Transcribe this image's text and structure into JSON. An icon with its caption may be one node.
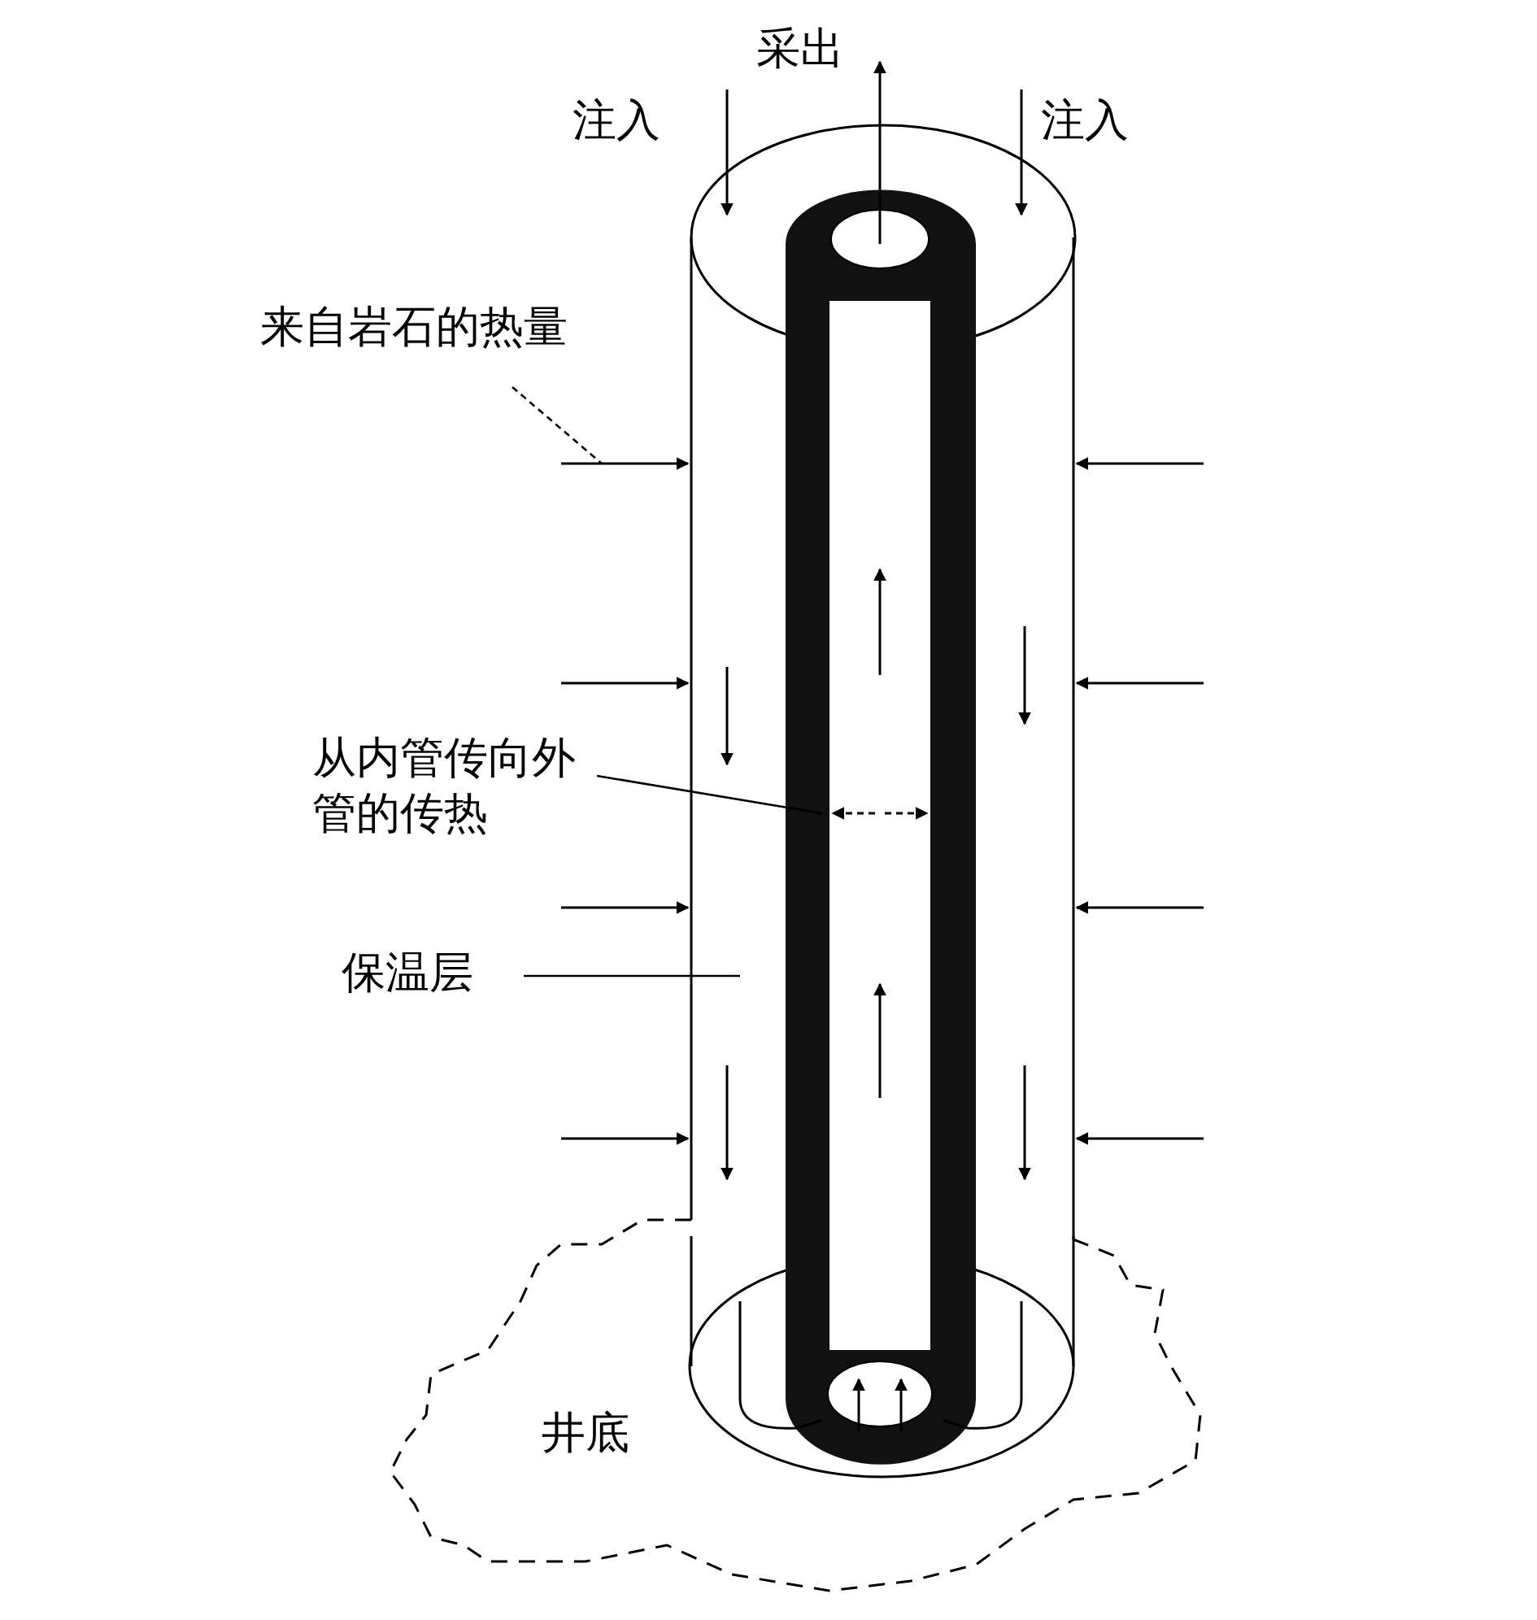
{
  "diagram": {
    "nodes": [
      {
        "text": [
          "来自岩石的热量"
        ]
      },
      {
        "text": [
          "从内管传向外管的传热"
        ]
      },
      {
        "text": [
          "保温层"
        ]
      },
      {
        "text": [
          "井底"
        ]
      }
    ],
    "edges": [
      {
        "from": 0,
        "to": null,
        "arrow": "none",
        "style": "dashed"
      },
      {
        "from": 1,
        "to": null,
        "arrow": "none"
      },
      {
        "from": 2,
        "to": null,
        "arrow": "none"
      }
    ],
    "labels": [
      "采出",
      "注入",
      "注入"
    ]
  }
}
